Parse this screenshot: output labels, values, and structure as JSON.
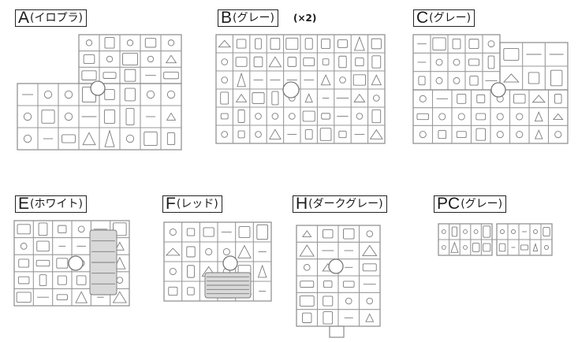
{
  "sheets": [
    {
      "letter": "A",
      "color": "(イロプラ)",
      "qty": ""
    },
    {
      "letter": "B",
      "color": "(グレー)",
      "qty": "(×2)"
    },
    {
      "letter": "C",
      "color": "(グレー)",
      "qty": ""
    },
    {
      "letter": "E",
      "color": "(ホワイト)",
      "qty": ""
    },
    {
      "letter": "F",
      "color": "(レッド)",
      "qty": ""
    },
    {
      "letter": "H",
      "color": "(ダークグレー)",
      "qty": ""
    },
    {
      "letter": "PC",
      "color": "(グレー)",
      "qty": ""
    }
  ]
}
